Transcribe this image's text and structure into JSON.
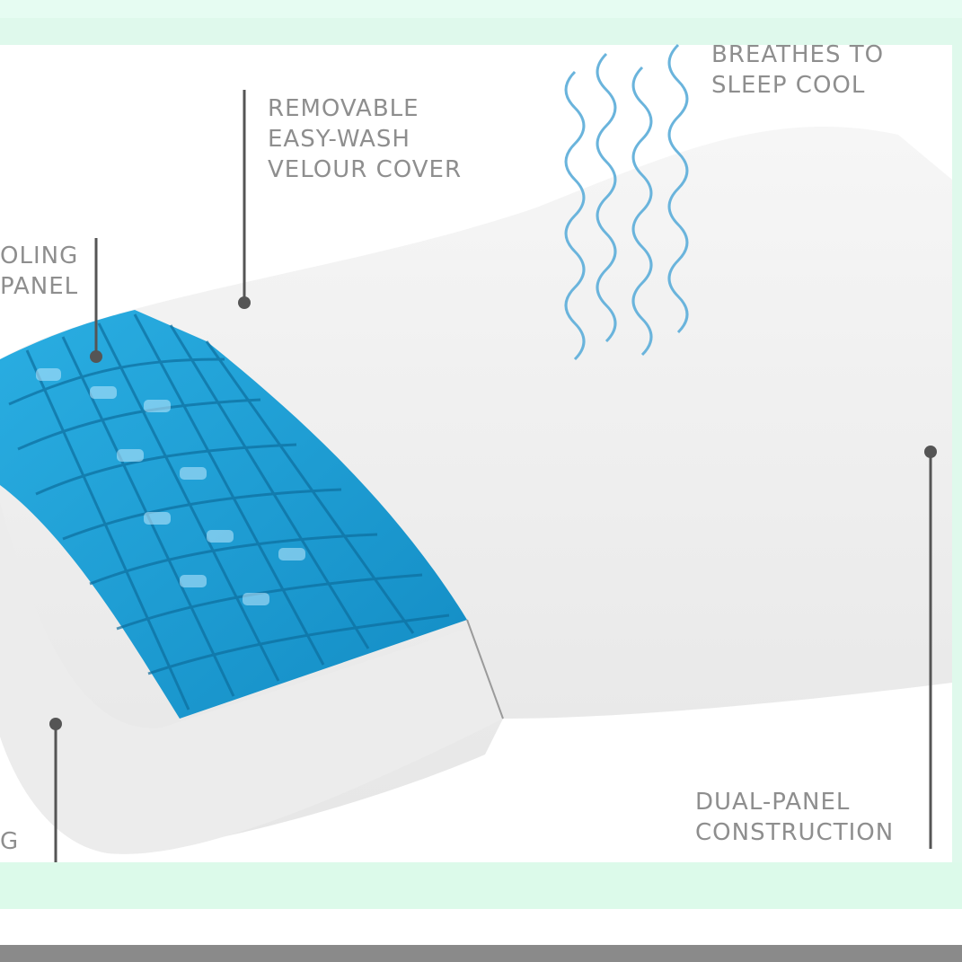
{
  "colors": {
    "mint_band": "#dff9ec",
    "gel_blue": "#1e9fd6",
    "pillow_white": "#f1f1f1",
    "leader_line": "#555555",
    "label_text": "#8e8e8e",
    "wave_blue": "#6ab4dc",
    "bottom_bar": "#8a8a8a"
  },
  "labels": {
    "breathes": [
      "BREATHES TO",
      "SLEEP COOL"
    ],
    "cover": [
      "REMOVABLE",
      "EASY-WASH",
      "VELOUR COVER"
    ],
    "cooling_panel": [
      "OLING",
      "PANEL"
    ],
    "dual_panel": [
      "DUAL-PANEL",
      "CONSTRUCTION"
    ],
    "bottom_left": [
      "G"
    ]
  },
  "icons": [
    "wave-lines-icon"
  ]
}
